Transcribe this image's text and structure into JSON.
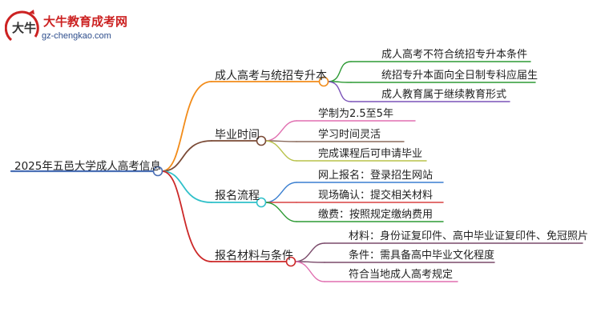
{
  "logo": {
    "title": "大牛教育成考网",
    "url": "gz-chengkao.com",
    "badge_text": "大牛",
    "colors": {
      "title": "#cc2222",
      "url": "#2d4d8c",
      "ring": "#cc2222"
    }
  },
  "root": {
    "label": "2025年五邑大学成人高考信息",
    "color": "#4a6fb5"
  },
  "branches": [
    {
      "label": "成人高考与统招专升本",
      "color": "#f28c1a",
      "leaves": [
        {
          "label": "成人高考不符合统招专升本条件",
          "color": "#2d9a34"
        },
        {
          "label": "统招专升本面向全日制专科应届生",
          "color": "#2d9a34"
        },
        {
          "label": "成人教育属于继续教育形式",
          "color": "#7a52b8"
        }
      ]
    },
    {
      "label": "毕业时间",
      "color": "#7a4a36",
      "leaves": [
        {
          "label": "学制为2.5至5年",
          "color": "#e06fb0"
        },
        {
          "label": "学习时间灵活",
          "color": "#8a6a5c"
        },
        {
          "label": "完成课程后可申请毕业",
          "color": "#b8c24a"
        }
      ]
    },
    {
      "label": "报名流程",
      "color": "#2fc0c9",
      "leaves": [
        {
          "label": "网上报名：登录招生网站",
          "color": "#3a7fd0"
        },
        {
          "label": "现场确认：提交相关材料",
          "color": "#d84040"
        },
        {
          "label": "缴费：按照规定缴纳费用",
          "color": "#2d9a34"
        }
      ]
    },
    {
      "label": "报名材料与条件",
      "color": "#cc2828",
      "leaves": [
        {
          "label": "材料：身份证复印件、高中毕业证复印件、免冠照片",
          "color": "#7a4a6a"
        },
        {
          "label": "条件：需具备高中毕业文化程度",
          "color": "#7a4a6a"
        },
        {
          "label": "符合当地成人高考规定",
          "color": "#e06fb0"
        }
      ]
    }
  ]
}
